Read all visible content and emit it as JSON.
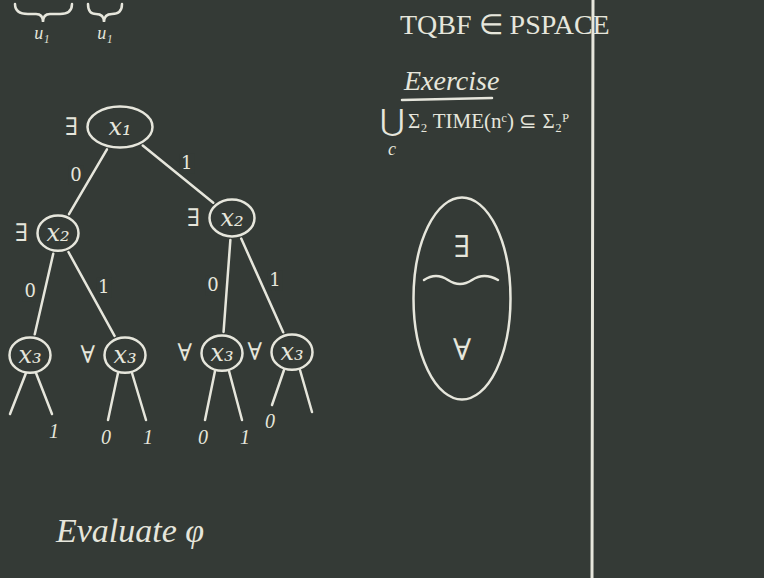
{
  "diagram": {
    "nodes": [
      {
        "text": [
          "∃",
          "x₁"
        ]
      },
      {
        "text": [
          "∃",
          "x₂"
        ]
      },
      {
        "text": [
          "∃",
          "x₂"
        ]
      },
      {
        "text": [
          "x₃"
        ]
      },
      {
        "text": [
          "∀",
          "x₃"
        ]
      },
      {
        "text": [
          "∀",
          "x₃"
        ]
      },
      {
        "text": [
          "∀",
          "x₃"
        ]
      },
      {
        "text": [
          "∃",
          "∀"
        ]
      }
    ],
    "edges": [
      {
        "from": 0,
        "to": 1,
        "label": "0",
        "arrow": "none"
      },
      {
        "from": 0,
        "to": 2,
        "label": "1",
        "arrow": "none"
      },
      {
        "from": 1,
        "to": 3,
        "label": "0",
        "arrow": "none"
      },
      {
        "from": 1,
        "to": 4,
        "label": "1",
        "arrow": "none"
      },
      {
        "from": 2,
        "to": 5,
        "label": "0",
        "arrow": "none"
      },
      {
        "from": 2,
        "to": 6,
        "label": "1",
        "arrow": "none"
      }
    ],
    "labels": [
      "u₁",
      "u₁",
      "TQBF ∈ PSPACE",
      "Exercise",
      "⋃",
      "c",
      "Σ₂ TIME(nᶜ) ⊆ Σ₂ᴾ",
      "1",
      "0",
      "1",
      "0",
      "1",
      "0",
      "Evaluate φ"
    ]
  }
}
